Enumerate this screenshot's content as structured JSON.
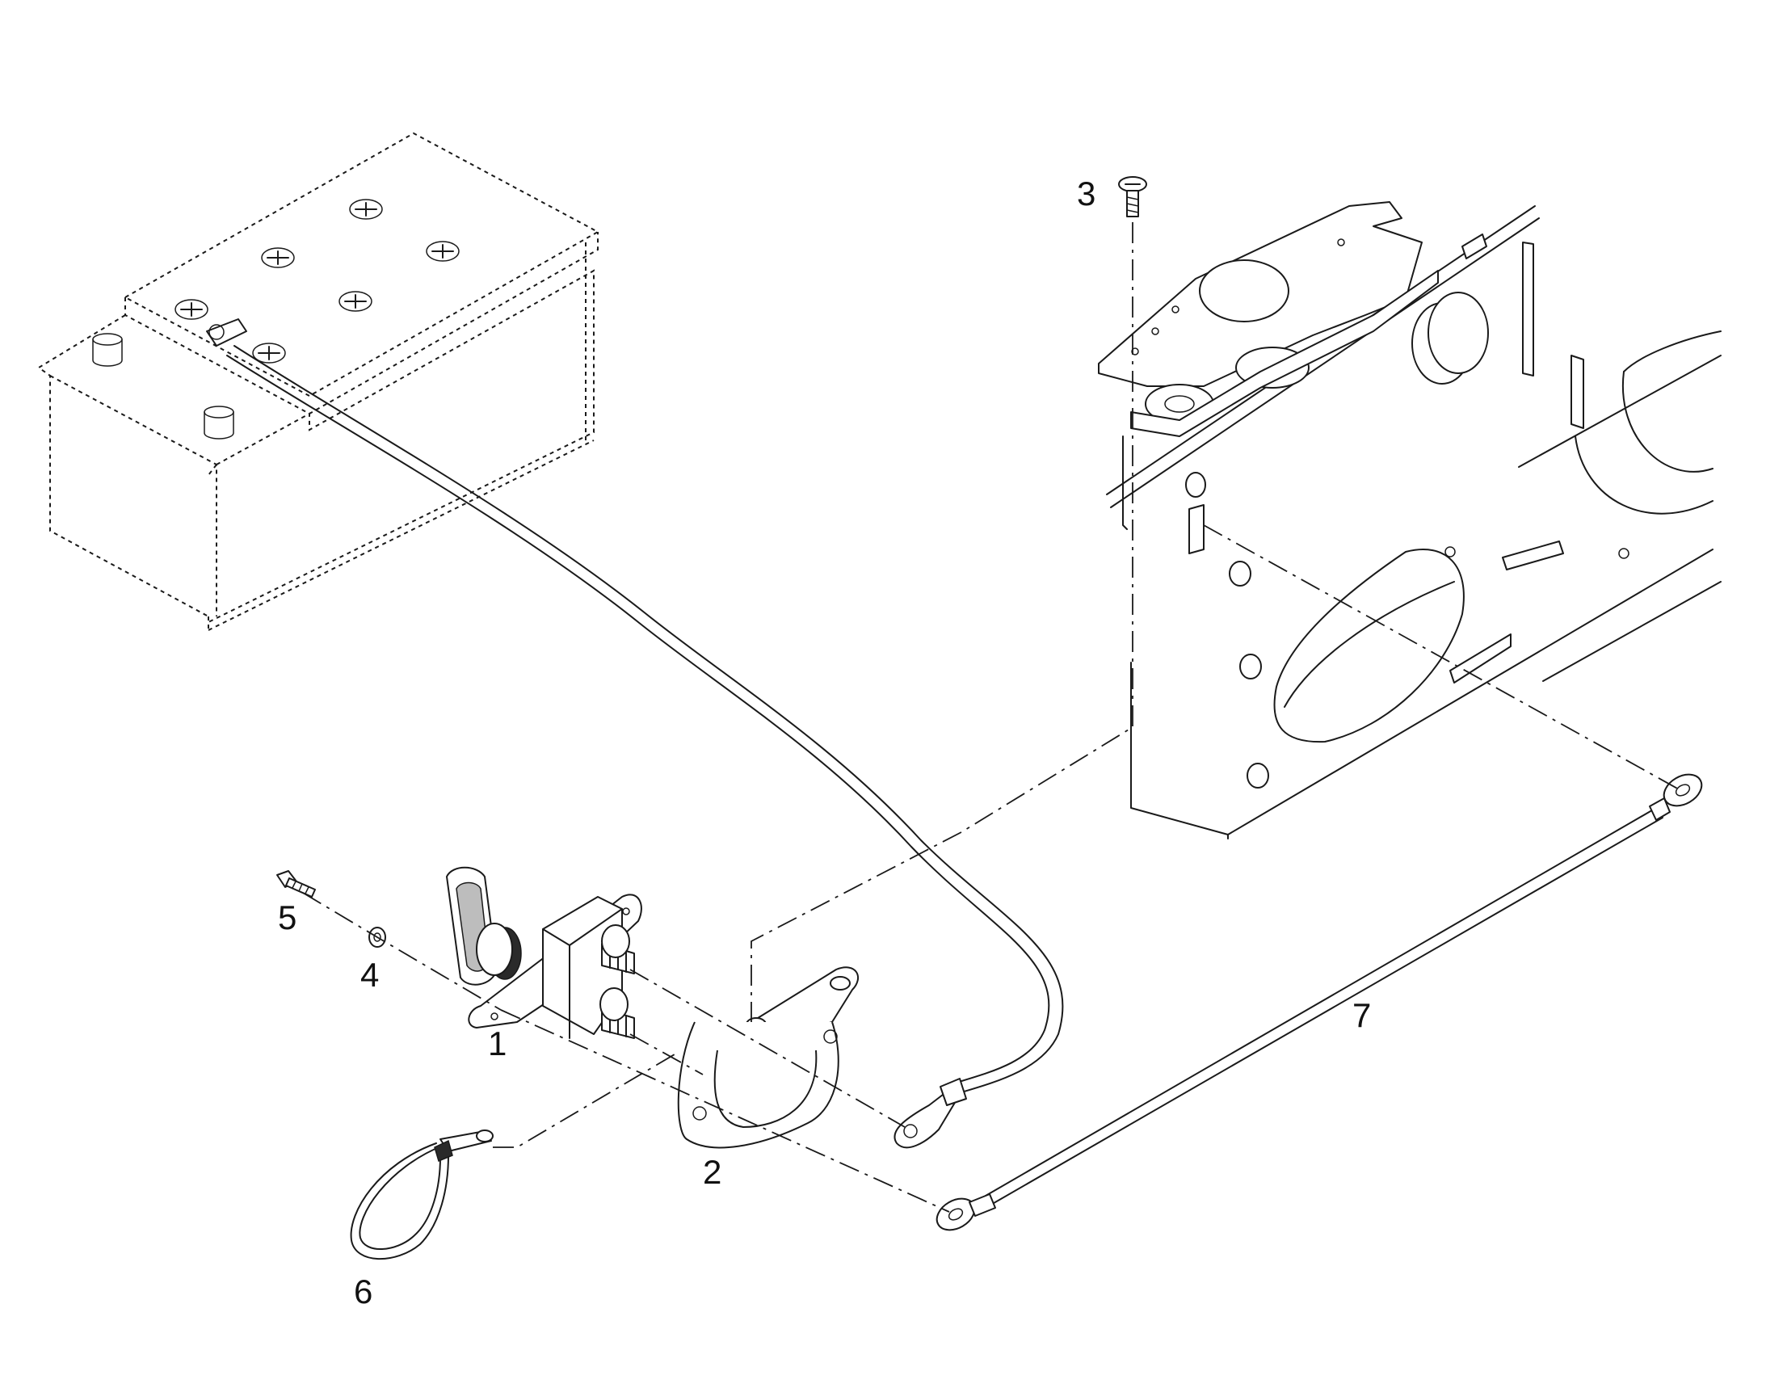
{
  "diagram": {
    "callouts": [
      {
        "id": "1",
        "label": "1"
      },
      {
        "id": "2",
        "label": "2"
      },
      {
        "id": "3",
        "label": "3"
      },
      {
        "id": "4",
        "label": "4"
      },
      {
        "id": "5",
        "label": "5"
      },
      {
        "id": "6",
        "label": "6"
      },
      {
        "id": "7",
        "label": "7"
      }
    ],
    "components": [
      "battery",
      "battery-cable",
      "battery-disconnect-switch",
      "mounting-bracket",
      "screw",
      "washer",
      "bolt",
      "switch-key-lanyard",
      "ground-strap",
      "machine-frame"
    ]
  }
}
